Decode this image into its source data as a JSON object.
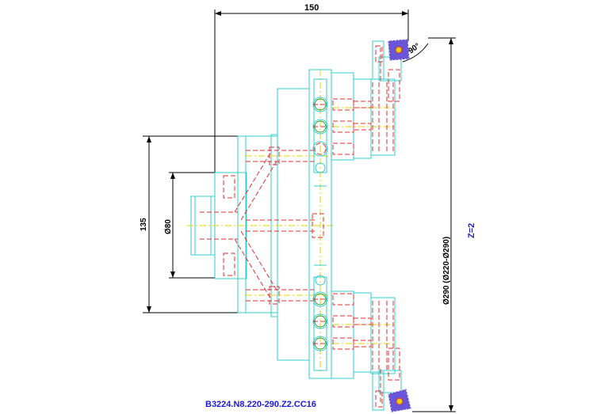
{
  "dimensions": {
    "width_150": "150",
    "angle_90": "90°",
    "height_135": "135",
    "dia_80": "Ø80",
    "dia_290": "Ø290  (Ø220-Ø290)",
    "z_teeth": "Z=2"
  },
  "title": {
    "code": "B3224.N8.220-290.Z2.CC16"
  },
  "colors": {
    "outline": "#33cccc",
    "hidden": "#e03030",
    "center": "#e8d000",
    "dimension": "#000000",
    "insert": "#5b3fc4",
    "label": "#1a1ad6"
  }
}
